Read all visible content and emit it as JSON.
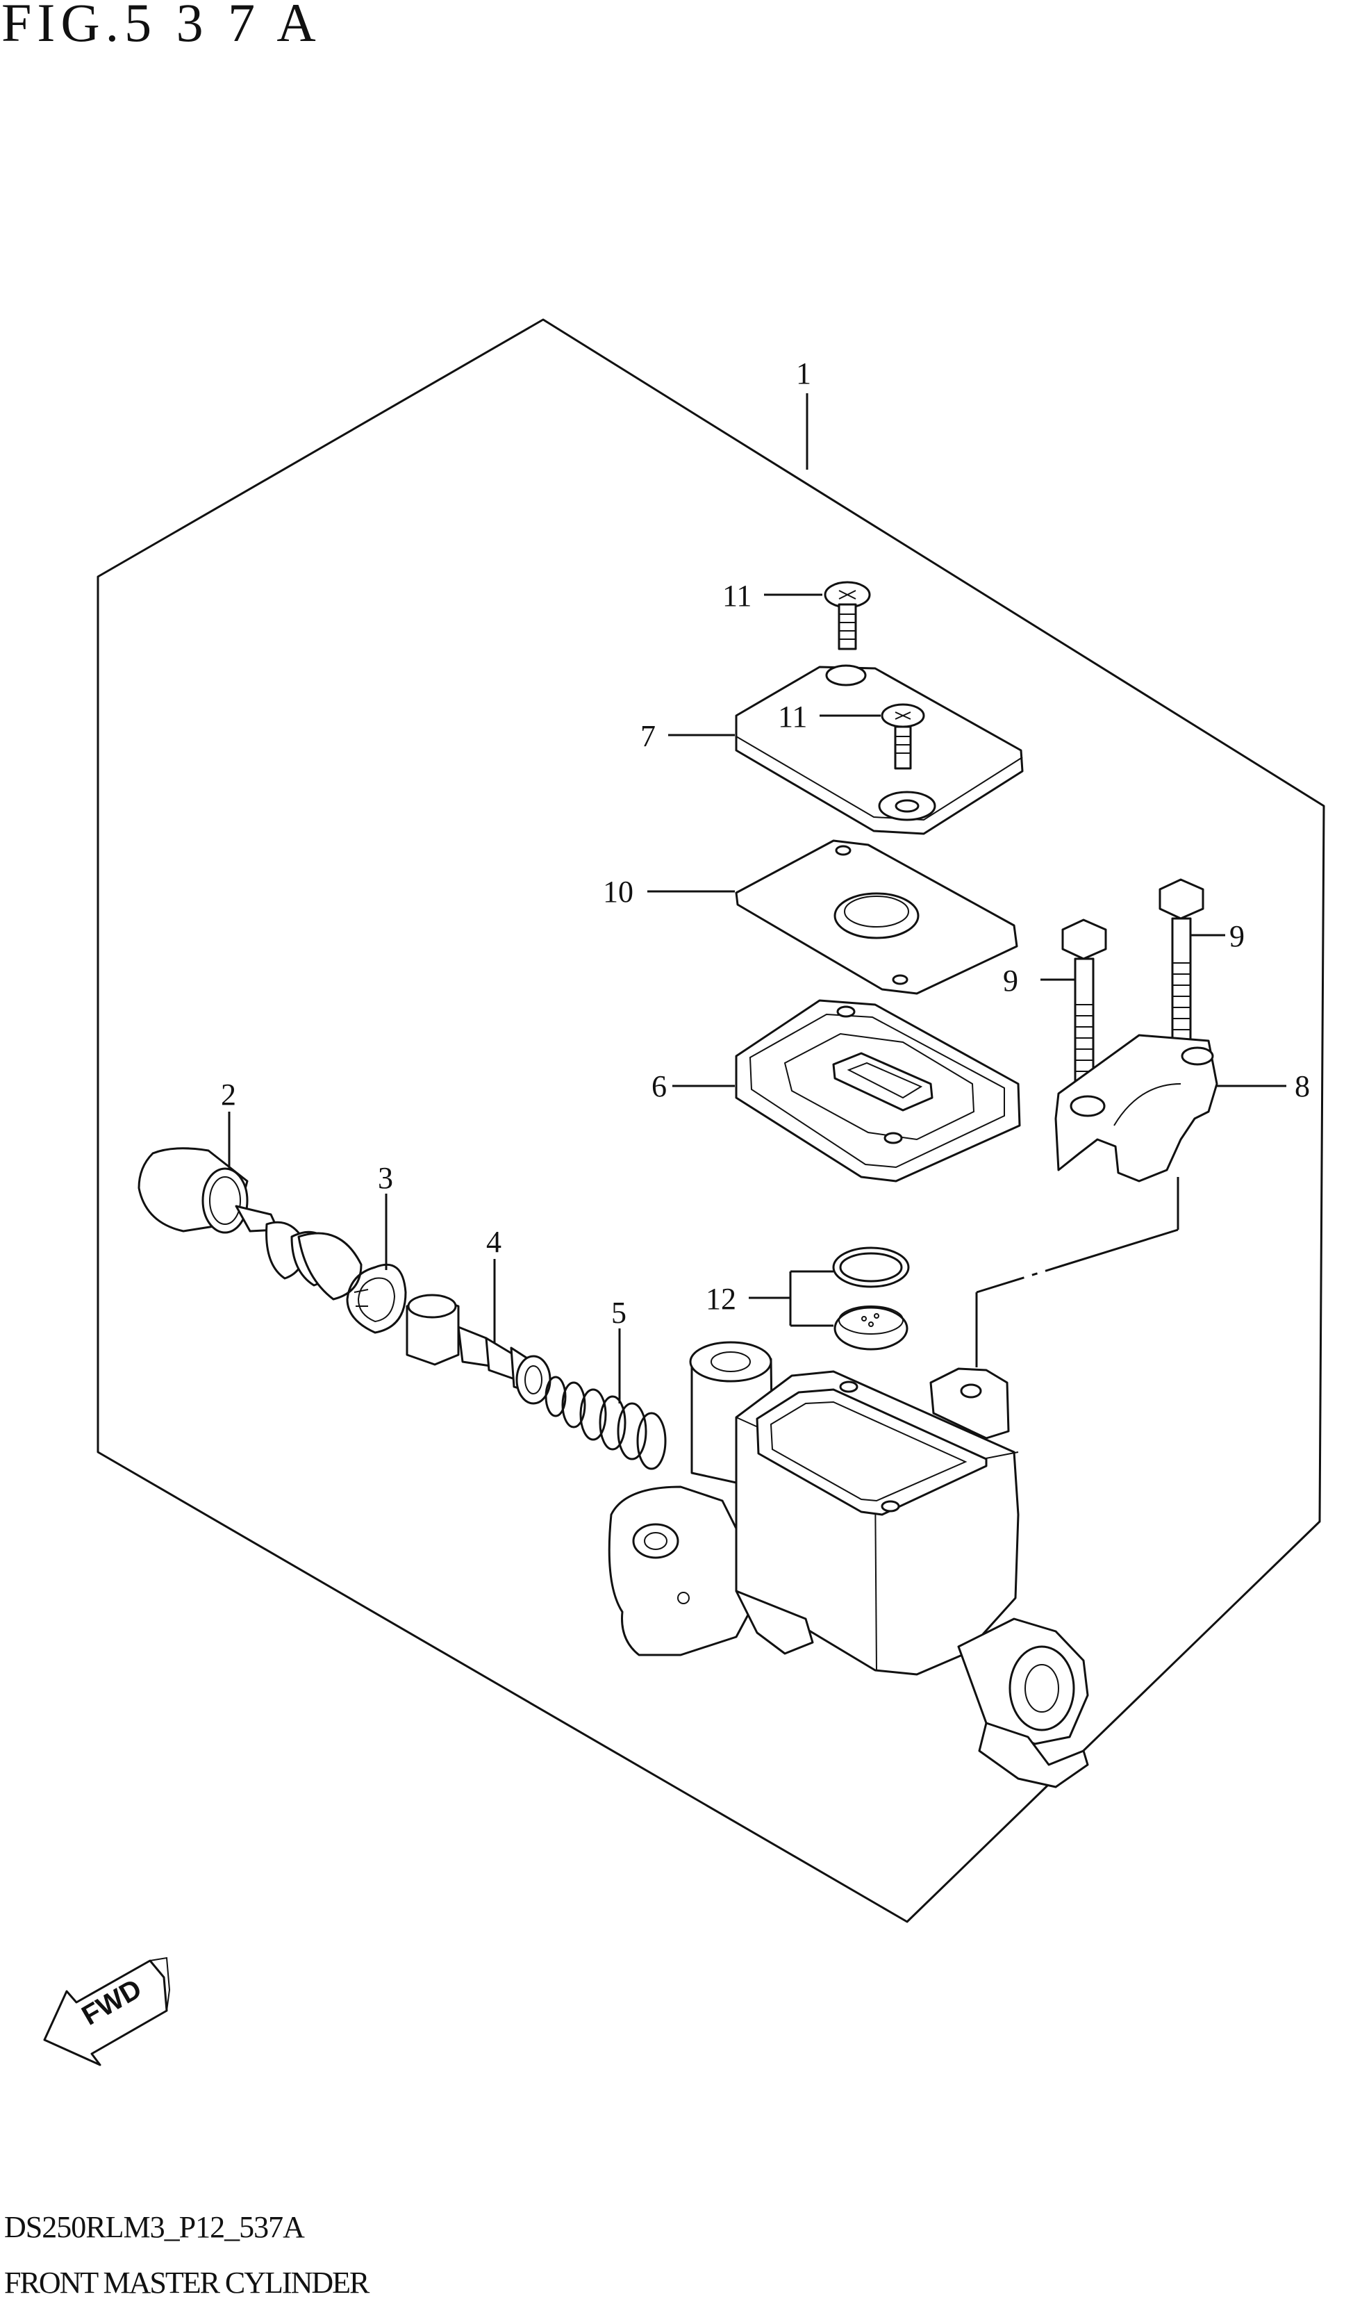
{
  "figure": {
    "title": "FIG.5 3 7 A"
  },
  "footer": {
    "code": "DS250RLM3_P12_537A",
    "name": "FRONT MASTER CYLINDER"
  },
  "direction_marker": {
    "label": "FWD",
    "icon": "fwd-arrow-icon"
  },
  "callouts": [
    {
      "id": "1",
      "label": "1"
    },
    {
      "id": "2",
      "label": "2"
    },
    {
      "id": "3",
      "label": "3"
    },
    {
      "id": "4",
      "label": "4"
    },
    {
      "id": "5",
      "label": "5"
    },
    {
      "id": "6",
      "label": "6"
    },
    {
      "id": "7",
      "label": "7"
    },
    {
      "id": "8",
      "label": "8"
    },
    {
      "id": "9a",
      "label": "9"
    },
    {
      "id": "9b",
      "label": "9"
    },
    {
      "id": "10",
      "label": "10"
    },
    {
      "id": "11a",
      "label": "11"
    },
    {
      "id": "11b",
      "label": "11"
    },
    {
      "id": "12",
      "label": "12"
    }
  ]
}
